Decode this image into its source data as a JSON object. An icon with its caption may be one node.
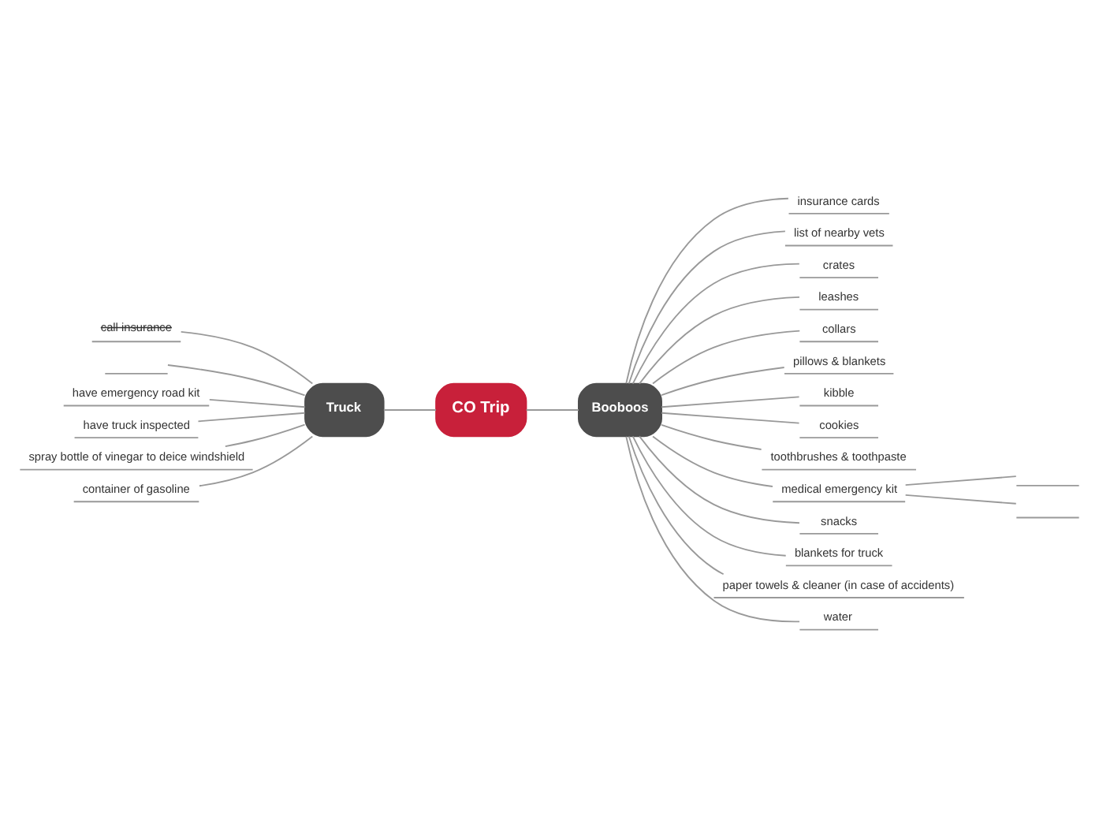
{
  "diagram": {
    "nodes": [
      {
        "text": [
          "CO Trip"
        ]
      },
      {
        "text": [
          "Truck"
        ]
      },
      {
        "text": [
          "call insurance"
        ]
      },
      {
        "text": [],
        "shape": "box"
      },
      {
        "text": [
          "have emergency road kit"
        ]
      },
      {
        "text": [
          "have truck inspected"
        ]
      },
      {
        "text": [
          "spray bottle of vinegar to deice windshield"
        ]
      },
      {
        "text": [
          "container of gasoline"
        ]
      },
      {
        "text": [
          "Booboos"
        ]
      },
      {
        "text": [
          "insurance cards"
        ]
      },
      {
        "text": [
          "list of nearby vets"
        ]
      },
      {
        "text": [
          "crates"
        ]
      },
      {
        "text": [
          "leashes"
        ]
      },
      {
        "text": [
          "collars"
        ]
      },
      {
        "text": [
          "pillows & blankets"
        ]
      },
      {
        "text": [
          "kibble"
        ]
      },
      {
        "text": [
          "cookies"
        ]
      },
      {
        "text": [
          "toothbrushes & toothpaste"
        ]
      },
      {
        "text": [
          "medical emergency kit"
        ]
      },
      {
        "text": [],
        "shape": "box"
      },
      {
        "text": [],
        "shape": "box"
      },
      {
        "text": [
          "snacks"
        ]
      },
      {
        "text": [
          "blankets for truck"
        ]
      },
      {
        "text": [
          "paper towels & cleaner (in case of accidents)"
        ]
      },
      {
        "text": [
          "water"
        ]
      }
    ],
    "edges": [
      {
        "from": 0,
        "to": 1,
        "arrow": "none"
      },
      {
        "from": 1,
        "to": 2,
        "arrow": "none"
      },
      {
        "from": 1,
        "to": 3,
        "arrow": "none"
      },
      {
        "from": 1,
        "to": 4,
        "arrow": "none"
      },
      {
        "from": 1,
        "to": 5,
        "arrow": "none"
      },
      {
        "from": 1,
        "to": 6,
        "arrow": "none"
      },
      {
        "from": 1,
        "to": 7,
        "arrow": "none"
      },
      {
        "from": 0,
        "to": 8,
        "arrow": "none"
      },
      {
        "from": 8,
        "to": 9,
        "arrow": "none"
      },
      {
        "from": 8,
        "to": 10,
        "arrow": "none"
      },
      {
        "from": 8,
        "to": 11,
        "arrow": "none"
      },
      {
        "from": 8,
        "to": 12,
        "arrow": "none"
      },
      {
        "from": 8,
        "to": 13,
        "arrow": "none"
      },
      {
        "from": 8,
        "to": 14,
        "arrow": "none"
      },
      {
        "from": 8,
        "to": 15,
        "arrow": "none"
      },
      {
        "from": 8,
        "to": 16,
        "arrow": "none"
      },
      {
        "from": 8,
        "to": 17,
        "arrow": "none"
      },
      {
        "from": 8,
        "to": 18,
        "arrow": "none"
      },
      {
        "from": 18,
        "to": 19,
        "arrow": "none"
      },
      {
        "from": 18,
        "to": 20,
        "arrow": "none"
      },
      {
        "from": 8,
        "to": 21,
        "arrow": "none"
      },
      {
        "from": 8,
        "to": 22,
        "arrow": "none"
      },
      {
        "from": 8,
        "to": 23,
        "arrow": "none"
      },
      {
        "from": 8,
        "to": 24,
        "arrow": "none"
      }
    ]
  }
}
